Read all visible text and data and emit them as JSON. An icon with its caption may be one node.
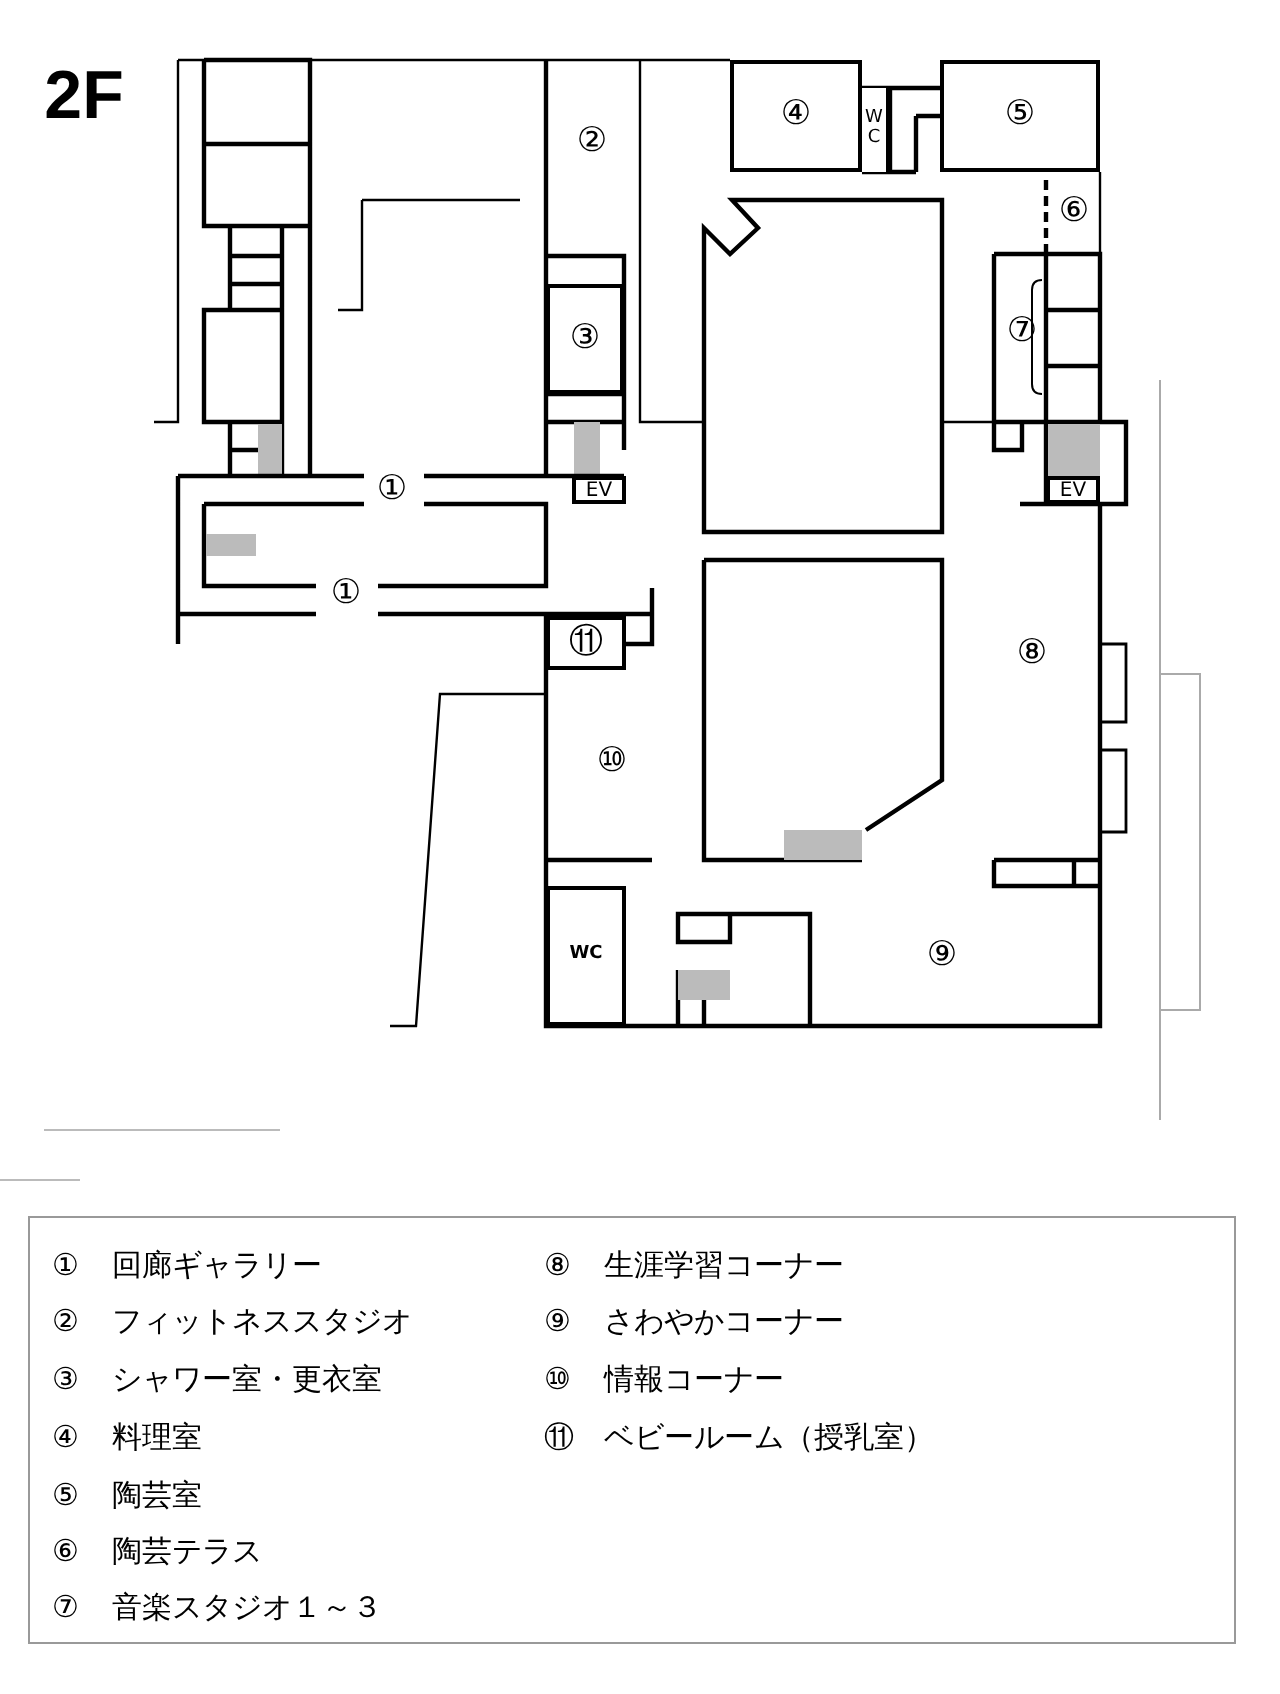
{
  "diagram": {
    "nodes": [
      {
        "text": [
          "④"
        ]
      },
      {
        "text": [
          "WC"
        ]
      },
      {
        "text": [
          "⑤"
        ]
      },
      {
        "text": [
          "③"
        ]
      },
      {
        "text": [
          "EV"
        ]
      },
      {
        "text": [
          "EV"
        ]
      },
      {
        "text": [
          "⑪"
        ]
      },
      {
        "text": [
          "WC"
        ]
      }
    ],
    "labels": [
      "2F",
      "②",
      "⑥",
      "⑦",
      "①",
      "①",
      "⑧",
      "⑩",
      "⑨",
      "①",
      "回廊ギャラリー",
      "②",
      "フィットネススタジオ",
      "③",
      "シャワー室・更衣室",
      "④",
      "料理室",
      "⑤",
      "陶芸室",
      "⑥",
      "陶芸テラス",
      "⑦",
      "音楽スタジオ１～３",
      "⑧",
      "生涯学習コーナー",
      "⑨",
      "さわやかコーナー",
      "⑩",
      "情報コーナー",
      "⑪",
      "ベビールーム（授乳室）"
    ]
  }
}
